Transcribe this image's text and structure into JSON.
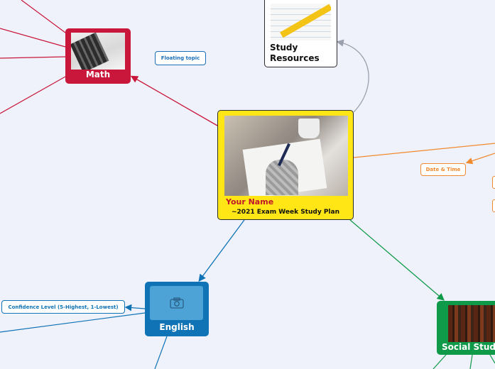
{
  "central": {
    "name": "Your Name",
    "subtitle": "~2021 Exam Week Study Plan",
    "color": "#ffe614"
  },
  "nodes": {
    "math": {
      "label": "Math",
      "color": "#c8173a"
    },
    "study_resources": {
      "label": "Study Resources"
    },
    "english": {
      "label": "English",
      "color": "#0f73b5",
      "icon": "camera-icon"
    },
    "social_studies": {
      "label": "Social Stud",
      "color": "#0f9a4a"
    }
  },
  "floating_topics": {
    "floating": "Floating topic",
    "date_time": "Date & Time",
    "confidence": "Confidence Level (5-Highest, 1-Lowest)"
  },
  "colors": {
    "math_branch": "#c8173a",
    "english_branch": "#0f73b5",
    "social_branch": "#0f9a4a",
    "date_branch": "#ef8a2e",
    "resources_branch": "#9aa0ad"
  }
}
